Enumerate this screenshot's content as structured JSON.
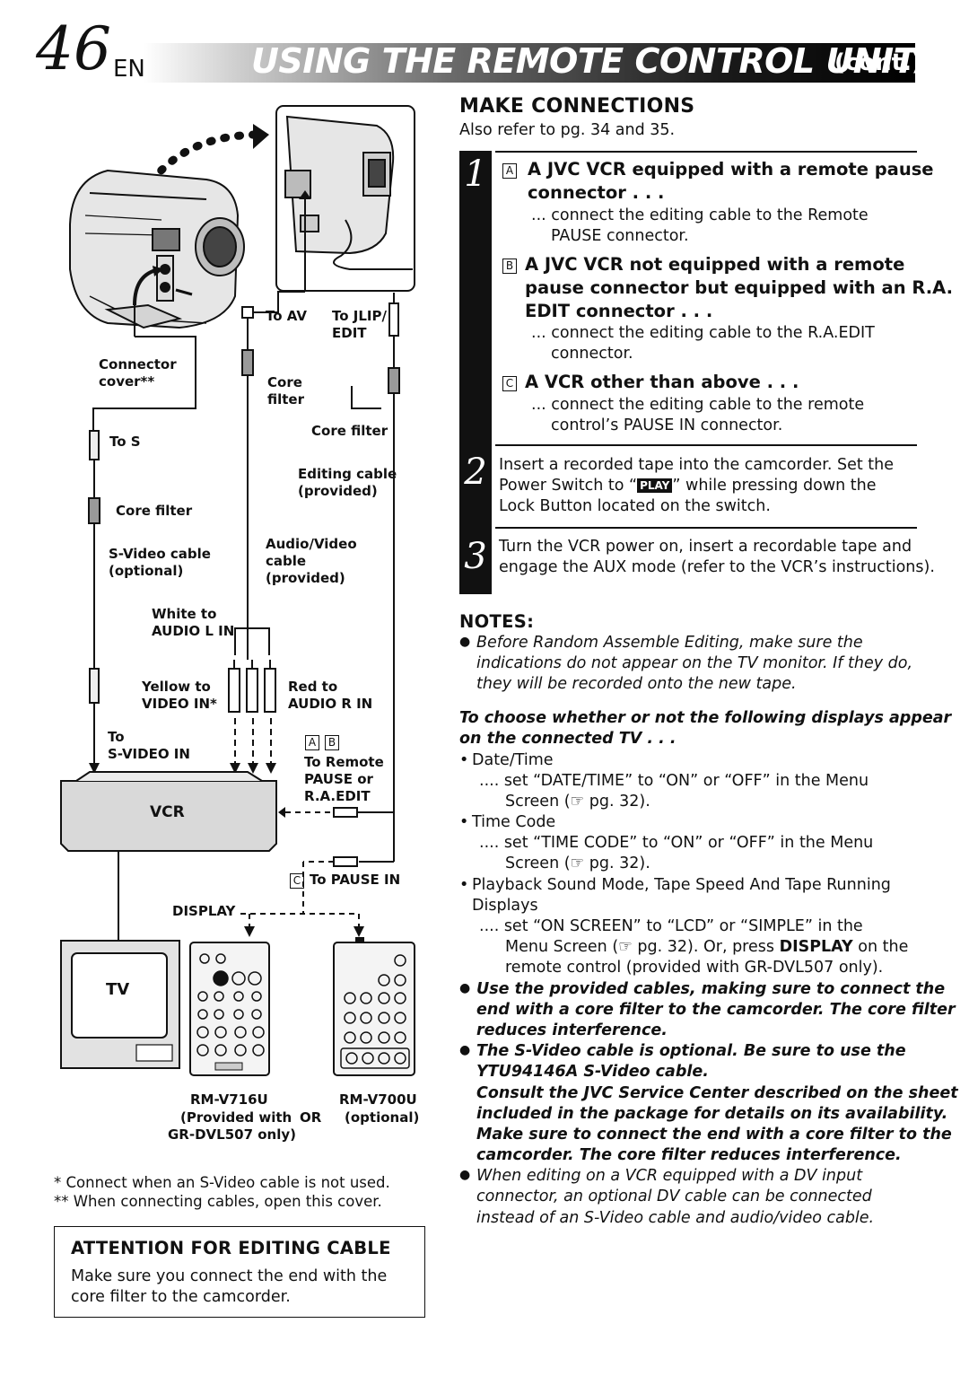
{
  "header": {
    "page_number": "46",
    "lang": "EN",
    "title": "USING THE REMOTE CONTROL UNIT",
    "cont": "(cont.)"
  },
  "make_connections": {
    "heading": "MAKE CONNECTIONS",
    "also_refer": "Also refer to pg. 34 and 35.",
    "step1": {
      "num": "1",
      "a": {
        "letter": "A",
        "heading_line1": "A JVC VCR equipped with a remote pause",
        "heading_line2": "connector . . .",
        "text_line1": "... connect the editing cable to the Remote",
        "text_line2": "PAUSE connector."
      },
      "b": {
        "letter": "B",
        "heading_line1": "A JVC VCR not equipped with a remote",
        "heading_line2": "pause connector but equipped with an R.A.",
        "heading_line3": "EDIT connector . . .",
        "text_line1": "... connect the editing cable to the R.A.EDIT",
        "text_line2": "connector."
      },
      "c": {
        "letter": "C",
        "heading": "A VCR other than above . . .",
        "text_line1": "... connect the editing cable to the remote",
        "text_line2": "control’s PAUSE IN connector."
      }
    },
    "step2": {
      "num": "2",
      "line1": "Insert a recorded tape into the camcorder. Set the",
      "line2_pre": "Power Switch to “",
      "play_badge": "PLAY",
      "line2_post": "” while pressing down the",
      "line3": "Lock Button located on the switch."
    },
    "step3": {
      "num": "3",
      "line1": "Turn the VCR power on, insert a recordable tape and",
      "line2": "engage the AUX mode (refer to the VCR’s instructions)."
    }
  },
  "notes": {
    "heading": "NOTES:",
    "n1_line1": "Before Random Assemble Editing, make sure the",
    "n1_line2": "indications do not appear on the TV monitor. If they do,",
    "n1_line3": "they will be recorded onto the new tape.",
    "choose_line1": "To choose whether or not the following displays appear",
    "choose_line2": "on the connected TV . . .",
    "dt": "Date/Time",
    "dt_line1": ".... set “DATE/TIME” to “ON” or “OFF” in the Menu",
    "dt_line2": "Screen (☞ pg. 32).",
    "tc": "Time Code",
    "tc_line1": ".... set “TIME CODE” to “ON” or “OFF” in the Menu",
    "tc_line2": "Screen (☞ pg. 32).",
    "pb_line1": "Playback Sound Mode, Tape Speed And Tape Running",
    "pb_line2": "Displays",
    "pb_sub1": ".... set “ON SCREEN” to “LCD” or “SIMPLE” in the",
    "pb_sub2_pre": "Menu Screen (☞ pg. 32). Or, press ",
    "pb_sub2_bold": "DISPLAY",
    "pb_sub2_post": " on the",
    "pb_sub3": "remote control (provided with GR-DVL507 only).",
    "cab_line1": "Use the provided cables, making sure to connect the",
    "cab_line2": "end with a core filter to the camcorder. The core filter",
    "cab_line3": "reduces interference.",
    "sv_line1": "The S-Video cable is optional. Be sure to use the",
    "sv_line2": "YTU94146A S-Video cable.",
    "sv_line3": "Consult the JVC Service Center described on the sheet",
    "sv_line4": "included in the package for details on its availability.",
    "sv_line5": "Make sure to connect the end with a core filter to the",
    "sv_line6": "camcorder. The core filter reduces interference.",
    "dv_line1": "When editing on a VCR equipped with a DV input",
    "dv_line2": "connector, an optional DV cable can be connected",
    "dv_line3": "instead of an S-Video cable and audio/video cable."
  },
  "diagram": {
    "to_av": "To AV",
    "to_jlip_1": "To JLIP/",
    "to_jlip_2": "EDIT",
    "connector_cover_1": "Connector",
    "connector_cover_2": "cover**",
    "core_filter_1a": "Core",
    "core_filter_1b": "filter",
    "core_filter_2": "Core filter",
    "to_s": "To S",
    "editing_cable_1": "Editing cable",
    "editing_cable_2": "(provided)",
    "core_filter_3": "Core filter",
    "svideo_cable_1": "S-Video cable",
    "svideo_cable_2": "(optional)",
    "av_cable_1": "Audio/Video",
    "av_cable_2": "cable",
    "av_cable_3": "(provided)",
    "white_1": "White to",
    "white_2": "AUDIO L IN",
    "yellow_1": "Yellow to",
    "yellow_2": "VIDEO IN*",
    "red_1": "Red to",
    "red_2": "AUDIO R IN",
    "to_svideo_1": "To",
    "to_svideo_2": "S-VIDEO IN",
    "box_a": "A",
    "box_b": "B",
    "to_remote_1": "To Remote",
    "to_remote_2": "PAUSE or",
    "to_remote_3": "R.A.EDIT",
    "vcr": "VCR",
    "box_c": "C",
    "to_pause_in": "To PAUSE IN",
    "display": "DISPLAY",
    "tv": "TV",
    "rm1_1": "RM-V716U",
    "rm1_2": "(Provided with",
    "rm1_3": "GR-DVL507 only)",
    "or": "OR",
    "rm2_1": "RM-V700U",
    "rm2_2": "(optional)"
  },
  "footnotes": {
    "f1": "*   Connect when an S-Video cable is not used.",
    "f2": "** When connecting cables, open this cover."
  },
  "attention": {
    "heading": "ATTENTION FOR EDITING CABLE",
    "line1": "Make sure you connect the end with the",
    "line2": "core filter to the camcorder."
  }
}
